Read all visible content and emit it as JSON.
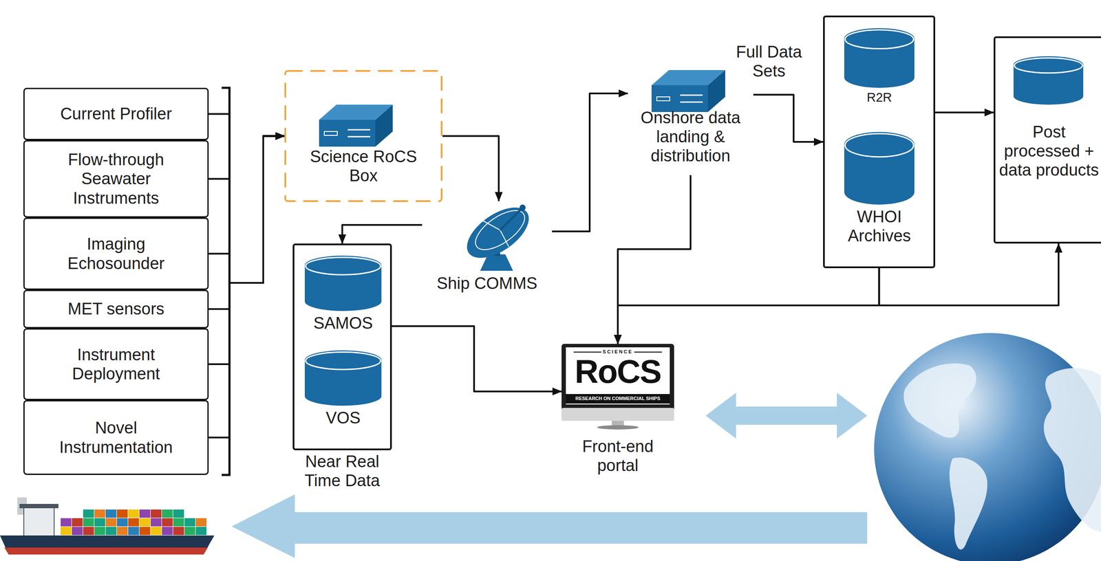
{
  "diagram": {
    "nodes": [
      {
        "text": [
          "Current Profiler"
        ]
      },
      {
        "text": [
          "Flow-through Seawater Instruments"
        ]
      },
      {
        "text": [
          "Imaging Echosounder"
        ]
      },
      {
        "text": [
          "MET sensors"
        ]
      },
      {
        "text": [
          "Instrument Deployment"
        ]
      },
      {
        "text": [
          "Novel Instrumentation"
        ]
      },
      {
        "text": [
          "Science RoCS Box"
        ]
      },
      {
        "text": [
          "Ship COMMS"
        ]
      },
      {
        "text": [
          "Near Real Time Data"
        ]
      },
      {
        "text": [
          "SAMOS"
        ],
        "in": 8
      },
      {
        "text": [
          "VOS"
        ],
        "in": 8
      },
      {
        "text": [
          "Onshore data landing & distribution"
        ]
      },
      {
        "text": []
      },
      {
        "text": [
          "R2R"
        ],
        "in": 12
      },
      {
        "text": [
          "WHOI Archives"
        ],
        "in": 12
      },
      {
        "text": [
          "Post processed + data products"
        ]
      },
      {
        "text": [
          "SCIENCE",
          "RoCS",
          "RESEARCH ON COMMERCIAL SHIPS",
          "Front-end portal"
        ]
      }
    ],
    "edges": [
      {
        "from": 0,
        "to": 6,
        "arrow": "to"
      },
      {
        "from": 1,
        "to": 6,
        "arrow": "to"
      },
      {
        "from": 2,
        "to": 6,
        "arrow": "to"
      },
      {
        "from": 3,
        "to": 6,
        "arrow": "to"
      },
      {
        "from": 4,
        "to": 6,
        "arrow": "to"
      },
      {
        "from": 5,
        "to": 6,
        "arrow": "to"
      },
      {
        "from": 6,
        "to": 7,
        "arrow": "to"
      },
      {
        "from": 7,
        "to": 8,
        "arrow": "to"
      },
      {
        "from": 7,
        "to": 11,
        "arrow": "to"
      },
      {
        "from": 11,
        "to": 12,
        "label": "Full Data Sets",
        "arrow": "to"
      },
      {
        "from": 11,
        "to": 16,
        "arrow": "to"
      },
      {
        "from": 12,
        "to": 15,
        "arrow": "to"
      },
      {
        "from": 12,
        "to": 16,
        "arrow": "to"
      },
      {
        "from": 12,
        "to": 15,
        "arrow": "to"
      },
      {
        "from": 8,
        "to": 16,
        "arrow": "to"
      }
    ]
  }
}
